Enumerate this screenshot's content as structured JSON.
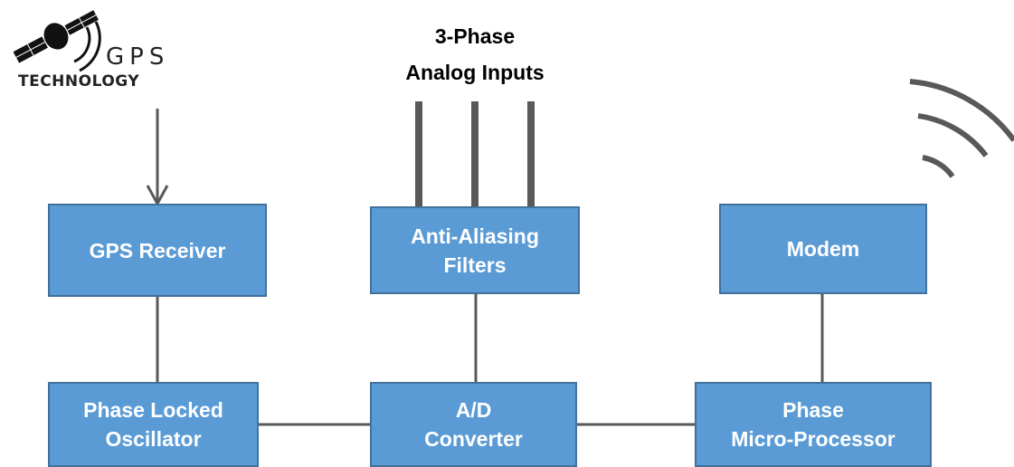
{
  "logo": {
    "word": "GPS",
    "subtitle": "TECHNOLOGY"
  },
  "inputs_label": "3-Phase\nAnalog Inputs",
  "blocks": {
    "gps_receiver": "GPS Receiver",
    "anti_aliasing": "Anti-Aliasing\nFilters",
    "modem": "Modem",
    "phase_locked_oscillator": "Phase Locked\nOscillator",
    "ad_converter": "A/D\nConverter",
    "microprocessor": "Phase\nMicro-Processor"
  },
  "colors": {
    "block_fill": "#5b9bd5",
    "block_border": "#41719c",
    "wire": "#595959",
    "block_text": "#ffffff"
  },
  "icons": [
    "gps-satellite-icon",
    "wireless-signal-icon"
  ]
}
